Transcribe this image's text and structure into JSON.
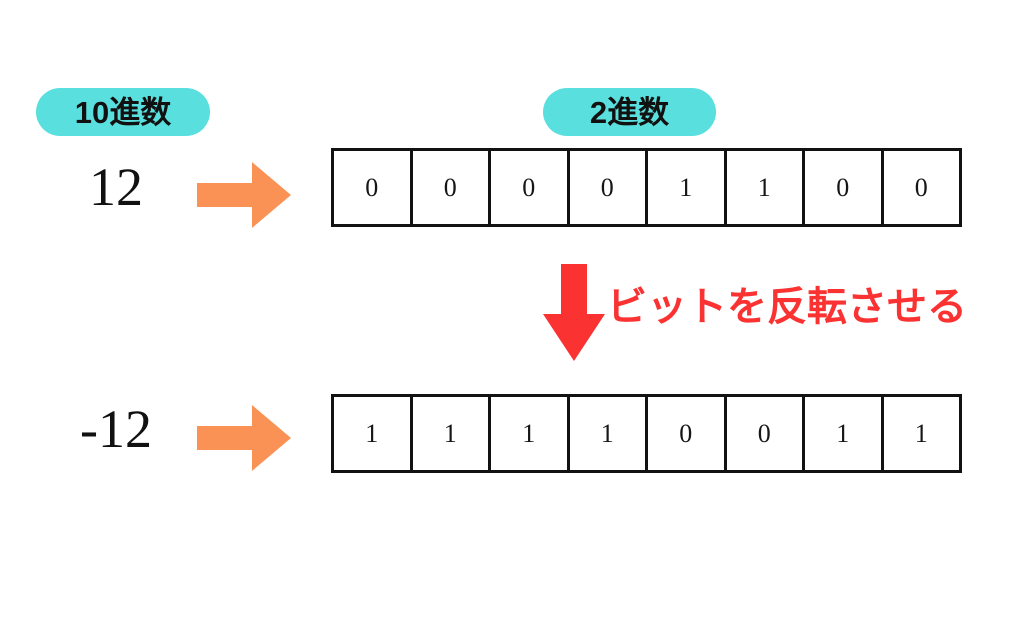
{
  "diagram": {
    "title_labels": {
      "decimal_badge": "10進数",
      "binary_badge": "2進数"
    },
    "colors": {
      "badge_background": "#5adfdf",
      "arrow_orange": "#fa9256",
      "arrow_red": "#fa3232",
      "text_black": "#111111",
      "cell_border": "#121212",
      "page_background": "#ffffff"
    },
    "rows": [
      {
        "decimal": "12",
        "arrow": "arrow-right-icon",
        "bits": [
          "0",
          "0",
          "0",
          "0",
          "1",
          "1",
          "0",
          "0"
        ]
      },
      {
        "decimal": "-12",
        "arrow": "arrow-right-icon",
        "bits": [
          "1",
          "1",
          "1",
          "1",
          "0",
          "0",
          "1",
          "1"
        ]
      }
    ],
    "transform": {
      "arrow": "arrow-down-icon",
      "caption": "ビットを反転させる"
    }
  }
}
